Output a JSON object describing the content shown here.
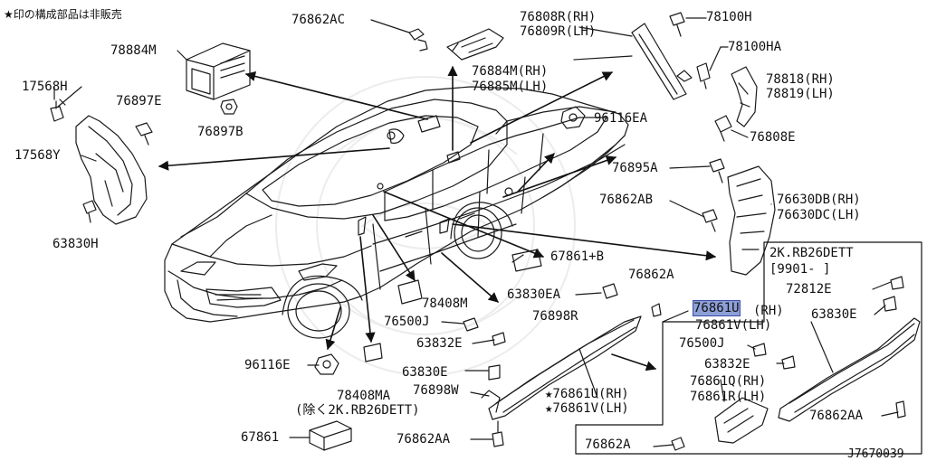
{
  "header_note": "★印の構成部品は非販売",
  "drawing_id": "J7670039",
  "variant_box": {
    "line1": "2K.RB26DETT",
    "line2": "[9901-       ]"
  },
  "labels": {
    "p76862AC": "76862AC",
    "p78100H": "78100H",
    "p76808R": "76808R(RH)",
    "p76809R": "76809R(LH)",
    "p78884M": "78884M",
    "p78100HA": "78100HA",
    "p76884M": "76884M(RH)",
    "p76885M": "76885M(LH)",
    "p78818": "78818(RH)",
    "p78819": "78819(LH)",
    "p17568H": "17568H",
    "p76897E": "76897E",
    "p96116EA": "96116EA",
    "p76897B": "76897B",
    "p76808E": "76808E",
    "p17568Y": "17568Y",
    "p76895A": "76895A",
    "p76862AB": "76862AB",
    "p76630DB": "76630DB(RH)",
    "p76630DC": "76630DC(LH)",
    "p63830H": "63830H",
    "p67861B": "67861+B",
    "p76862A_top": "76862A",
    "p72812E": "72812E",
    "p63830EA": "63830EA",
    "p78408M": "78408M",
    "p76861U_a": "76861U",
    "p76861U_b": "(RH)",
    "p76861V_hl": "76861V(LH)",
    "p63830E_r": "63830E",
    "p76500J_l": "76500J",
    "p76898R": "76898R",
    "p63832E_l": "63832E",
    "p76500J_r": "76500J",
    "p96116E": "96116E",
    "p63832E_r": "63832E",
    "p63830E_l": "63830E",
    "p76861Q": "76861Q(RH)",
    "p76898W": "76898W",
    "p76861U_star": "★76861U(RH)",
    "p76861R": "76861R(LH)",
    "p78408MA": "78408MA",
    "p76861V_star": "★76861V(LH)",
    "p_exclusion": "(除く2K.RB26DETT)",
    "p76862AA": "76862AA",
    "p67861": "67861",
    "p76862AA_b": "76862AA",
    "p76862A_bot": "76862A"
  }
}
